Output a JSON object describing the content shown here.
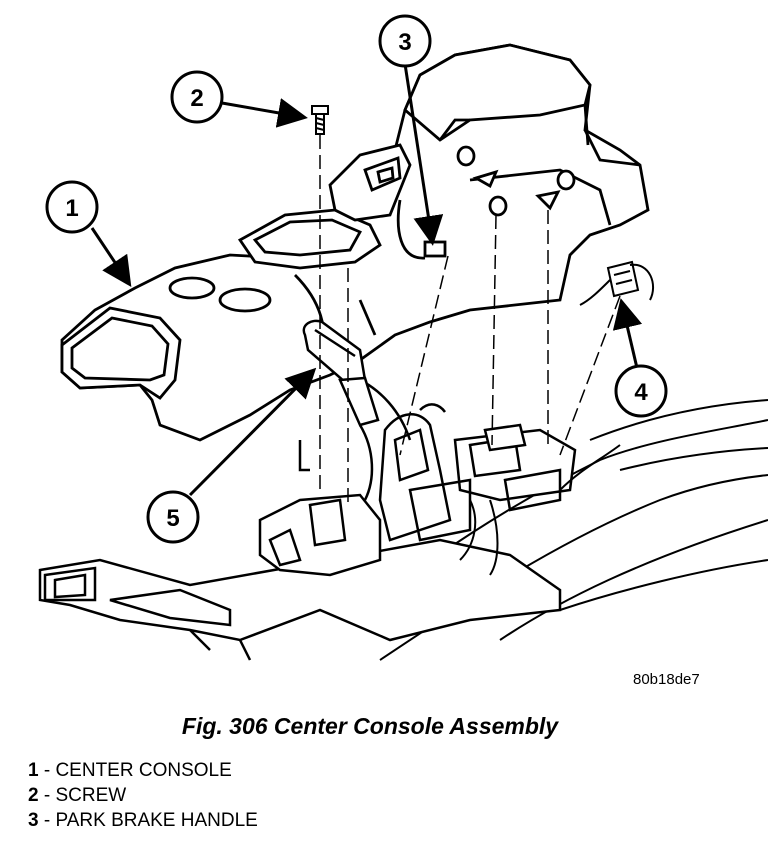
{
  "figure": {
    "image_code": "80b18de7",
    "caption": "Fig. 306 Center Console Assembly"
  },
  "callouts": [
    "1",
    "2",
    "3",
    "4",
    "5"
  ],
  "legend": [
    {
      "num": "1",
      "text": " - CENTER CONSOLE"
    },
    {
      "num": "2",
      "text": " - SCREW"
    },
    {
      "num": "3",
      "text": " - PARK BRAKE HANDLE"
    }
  ]
}
